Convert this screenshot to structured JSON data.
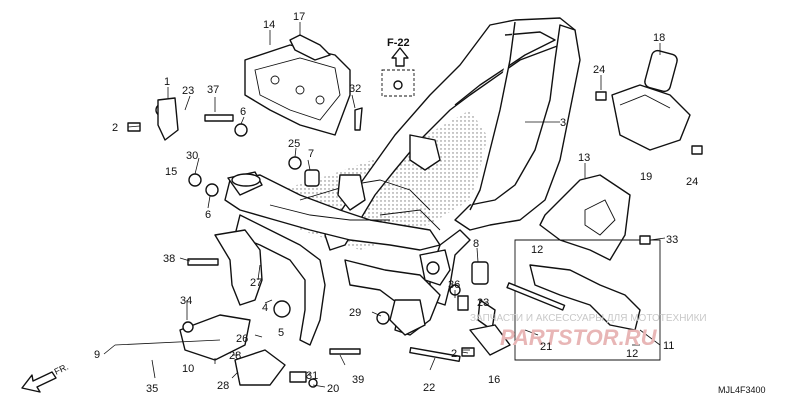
{
  "diagram": {
    "code": "MJL4F3400",
    "ref_label": "F-22",
    "direction_label": "FR.",
    "watermark_text": "ЗАПЧАСТИ И АКСЕССУАРЫ ДЛЯ МОТОТЕХНИКИ",
    "watermark_logo": "PARTSTOR.RU",
    "callouts": [
      "1",
      "2",
      "2",
      "3",
      "4",
      "5",
      "6",
      "6",
      "7",
      "8",
      "9",
      "10",
      "11",
      "12",
      "12",
      "13",
      "14",
      "15",
      "16",
      "17",
      "18",
      "19",
      "20",
      "21",
      "22",
      "23",
      "23",
      "24",
      "24",
      "25",
      "26",
      "27",
      "28",
      "28",
      "29",
      "30",
      "31",
      "32",
      "33",
      "34",
      "35",
      "36",
      "37",
      "38",
      "39"
    ]
  }
}
